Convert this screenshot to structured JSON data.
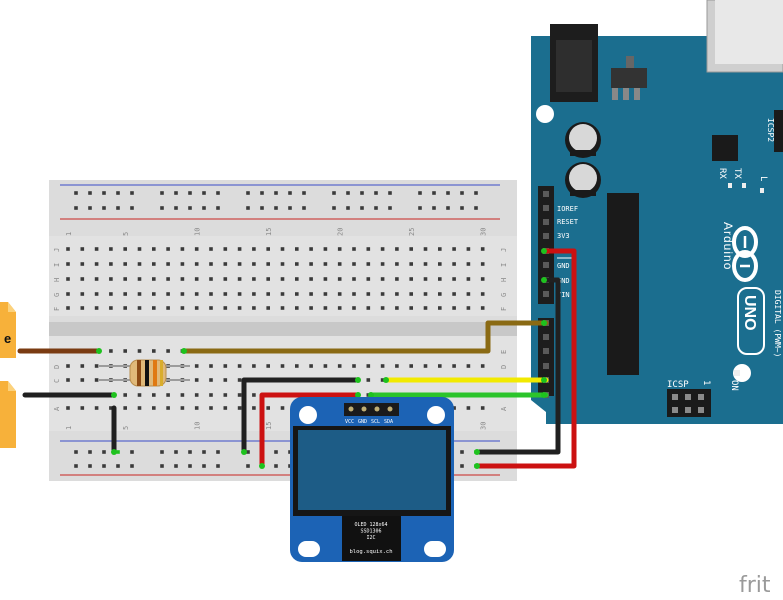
{
  "breadboard": {
    "column_numbers": [
      "1",
      "5",
      "10",
      "15",
      "20",
      "25",
      "30"
    ],
    "row_letters_top": [
      "J",
      "I",
      "H",
      "G",
      "F"
    ],
    "row_letters_bottom": [
      "E",
      "D",
      "C",
      "B",
      "A"
    ]
  },
  "arduino": {
    "header_labels": [
      "IOREF",
      "RESET",
      "3V3",
      "GND",
      "GND",
      "VIN"
    ],
    "brand": "Arduino",
    "model": "UNO",
    "tx_label": "TX",
    "rx_label": "RX",
    "l_label": "L",
    "on_label": "ON",
    "icsp_label": "ICSP",
    "icsp_num": "1",
    "icsp2_label": "ICSP2",
    "digital_label": "DIGITAL (PWM~)"
  },
  "oled": {
    "pins": [
      "VCC",
      "GND",
      "SCL",
      "SDA"
    ],
    "chip_lines": [
      "OLED 128x64",
      "SSD1306",
      "I2C"
    ],
    "url": "blog.squix.ch"
  },
  "partial_labels": {
    "left_note": "e",
    "watermark": "frit"
  },
  "colors": {
    "board_blue": "#1b6e8f",
    "wire_brown": "#7a3b12",
    "wire_olive": "#8a6a14",
    "wire_black": "#202020",
    "wire_red": "#cc1111",
    "wire_yellow": "#f2ea00",
    "wire_green": "#2bc42b",
    "note_orange": "#f7a81b"
  }
}
